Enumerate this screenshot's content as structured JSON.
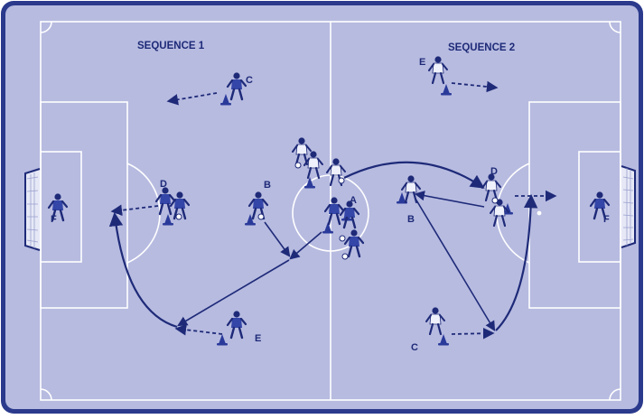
{
  "sequence_1": {
    "title": "SEQUENCE 1",
    "labels": {
      "A": "A",
      "B": "B",
      "C": "C",
      "D": "D",
      "E": "E",
      "F": "F"
    }
  },
  "sequence_2": {
    "title": "SEQUENCE 2",
    "labels": {
      "B": "B",
      "C": "C",
      "D": "D",
      "E": "E",
      "F": "F"
    }
  },
  "colors": {
    "frame": "#2b3a8c",
    "pitch": "#b7bbe0",
    "lines": "#ffffff",
    "ink": "#1e2a78",
    "cone": "#2a3a9a"
  }
}
